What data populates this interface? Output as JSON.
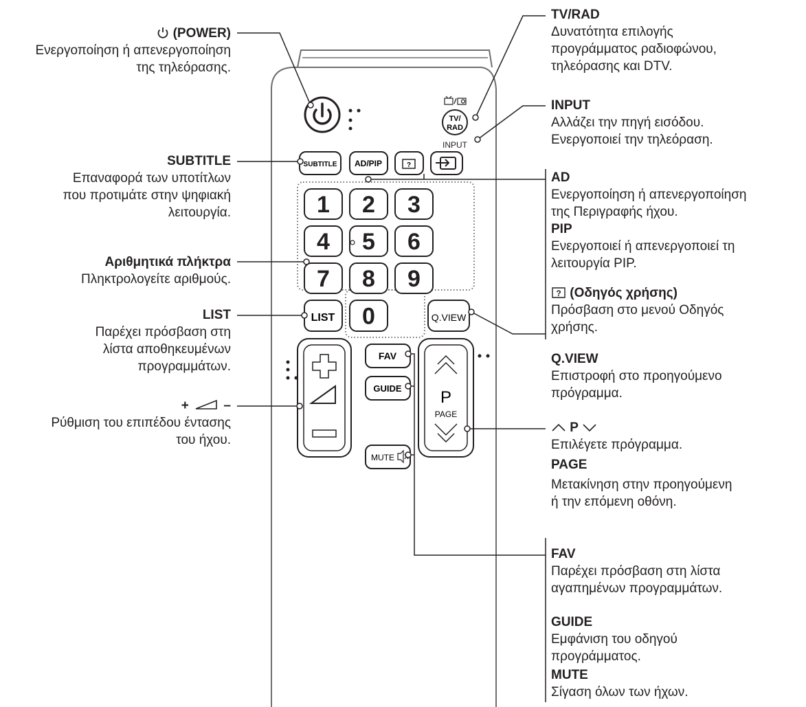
{
  "left": {
    "power": {
      "title": "(POWER)",
      "desc": [
        "Ενεργοποίηση ή απενεργοποίηση",
        "της τηλεόρασης."
      ]
    },
    "subtitle": {
      "title": "SUBTITLE",
      "desc": [
        "Επαναφορά των υποτίτλων",
        "που προτιμάτε στην ψηφιακή",
        "λειτουργία."
      ]
    },
    "numbers": {
      "title": "Αριθμητικά πλήκτρα",
      "desc": [
        "Πληκτρολογείτε αριθμούς."
      ]
    },
    "list": {
      "title": "LIST",
      "desc": [
        "Παρέχει πρόσβαση στη",
        "λίστα αποθηκευμένων",
        "προγραμμάτων."
      ]
    },
    "volume": {
      "plus": "+",
      "minus": "–",
      "desc": [
        "Ρύθμιση του επιπέδου έντασης",
        "του ήχου."
      ]
    }
  },
  "right": {
    "tvrad": {
      "title": "TV/RAD",
      "desc": [
        "Δυνατότητα επιλογής",
        "προγράμματος ραδιοφώνου,",
        "τηλεόρασης και DTV."
      ]
    },
    "input": {
      "title": "INPUT",
      "desc": [
        "Αλλάζει την πηγή εισόδου.",
        "Ενεργοποιεί την τηλεόραση."
      ]
    },
    "ad": {
      "title": "AD",
      "desc": [
        "Ενεργοποίηση ή απενεργοποίηση",
        "της Περιγραφής ήχου."
      ]
    },
    "pip": {
      "title": "PIP",
      "desc": [
        "Ενεργοποιεί ή απενεργοποιεί τη",
        "λειτουργία PIP."
      ]
    },
    "guide_user": {
      "title": "(Οδηγός χρήσης)",
      "desc": [
        "Πρόσβαση στο μενού Οδηγός",
        "χρήσης."
      ]
    },
    "qview": {
      "title": "Q.VIEW",
      "desc": [
        "Επιστροφή στο προηγούμενο",
        "πρόγραμμα."
      ]
    },
    "prog": {
      "title": "P",
      "desc": [
        "Επιλέγετε πρόγραμμα."
      ]
    },
    "page": {
      "title": "PAGE",
      "desc": [
        "Μετακίνηση στην προηγούμενη",
        "ή την επόμενη οθόνη."
      ]
    },
    "fav": {
      "title": "FAV",
      "desc": [
        "Παρέχει πρόσβαση στη λίστα",
        "αγαπημένων προγραμμάτων."
      ]
    },
    "guide": {
      "title": "GUIDE",
      "desc": [
        "Εμφάνιση του οδηγού",
        "προγράμματος."
      ]
    },
    "mute": {
      "title": "MUTE",
      "desc": [
        "Σίγαση όλων των ήχων."
      ]
    }
  },
  "remote": {
    "tvrad_label": "TV/\nRAD",
    "input_label": "INPUT",
    "subtitle_btn": "SUBTITLE",
    "adpip_btn": "AD/PIP",
    "digits": [
      "1",
      "2",
      "3",
      "4",
      "5",
      "6",
      "7",
      "8",
      "9",
      "0"
    ],
    "list_btn": "LIST",
    "qview_btn": "Q.VIEW",
    "fav_btn": "FAV",
    "guide_btn": "GUIDE",
    "mute_btn": "MUTE",
    "p_label": "P",
    "page_label": "PAGE"
  }
}
